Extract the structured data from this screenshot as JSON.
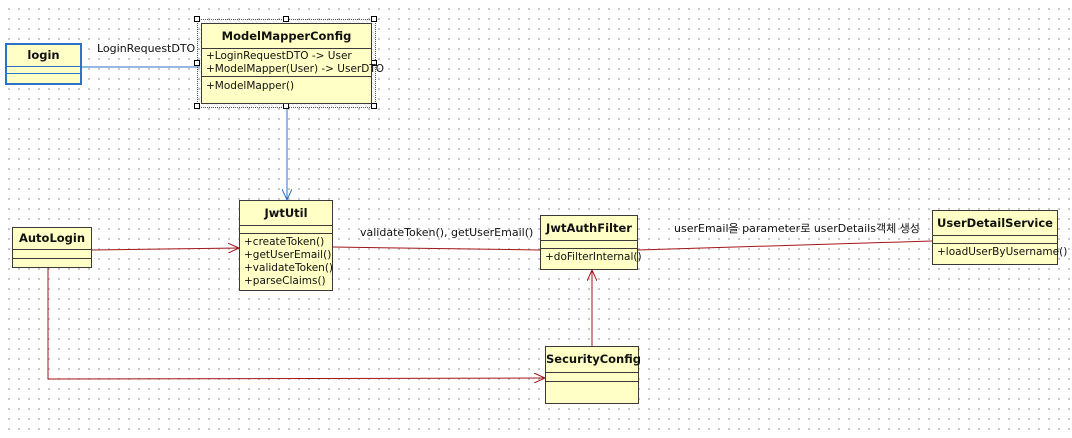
{
  "diagram": {
    "classes": {
      "login": {
        "name": "login",
        "operations": []
      },
      "model_mapper_config": {
        "name": "ModelMapperConfig",
        "attributes": [
          "+LoginRequestDTO -> User",
          "+ModelMapper(User) -> UserDTO"
        ],
        "operations": [
          "+ModelMapper()"
        ]
      },
      "jwt_util": {
        "name": "JwtUtil",
        "operations": [
          "+createToken()",
          "+getUserEmail()",
          "+validateToken()",
          "+parseClaims()"
        ]
      },
      "auto_login": {
        "name": "AutoLogin",
        "operations": []
      },
      "jwt_auth_filter": {
        "name": "JwtAuthFilter",
        "operations": [
          "+doFilterInternal()"
        ]
      },
      "user_detail_service": {
        "name": "UserDetailService",
        "operations": [
          "+loadUserByUsername()"
        ]
      },
      "security_config": {
        "name": "SecurityConfig",
        "operations": []
      }
    },
    "connector_labels": {
      "login_to_mapper": "LoginRequestDTO",
      "jwtutil_to_filter": "validateToken(), getUserEmail()",
      "filter_to_service": "userEmail을 parameter로 userDetails객체 생성"
    },
    "colors": {
      "class_fill": "#ffffc6",
      "blue_connector": "#2c72c8",
      "red_connector": "#a4161a"
    }
  }
}
